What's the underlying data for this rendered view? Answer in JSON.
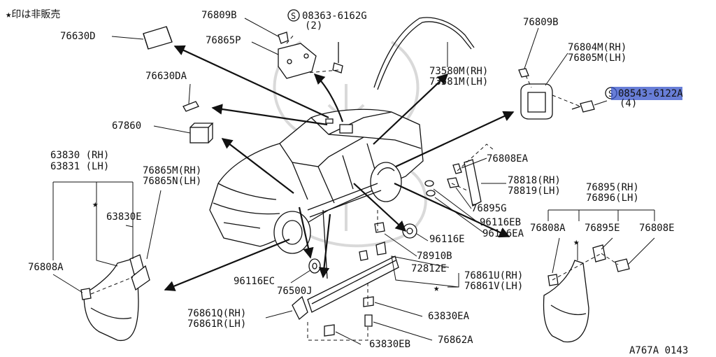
{
  "diagram": {
    "note": "★印は非販売",
    "code": "A767A 0143",
    "parts": {
      "p76809B_left": "76809B",
      "p08363": "08363-6162G",
      "p08363_qty": "(2)",
      "p76630D": "76630D",
      "p76865P": "76865P",
      "p76630DA": "76630DA",
      "p67860": "67860",
      "p73580M": "73580M(RH)",
      "p73581M": "73581M(LH)",
      "p76809B_right": "76809B",
      "p76804M": "76804M(RH)",
      "p76805M": "76805M(LH)",
      "p08543": "08543-6122A",
      "p08543_qty": "(4)",
      "p76808EA": "76808EA",
      "p78818": "78818(RH)",
      "p78819": "78819(LH)",
      "p76895G": "76895G",
      "p96116EB": "96116EB",
      "p96116EA": "96116EA",
      "p63830": "63830 (RH)",
      "p63831": "63831 (LH)",
      "p76865M": "76865M(RH)",
      "p76865N": "76865N(LH)",
      "p63830E": "63830E",
      "p76808A_left": "76808A",
      "p96116E": "96116E",
      "p78910B": "78910B",
      "p72812E": "72812E",
      "p76861U": "76861U(RH)",
      "p76861V": "76861V(LH)",
      "p96116EC": "96116EC",
      "p76500J": "76500J",
      "p76861Q": "76861Q(RH)",
      "p76861R": "76861R(LH)",
      "p63830EA": "63830EA",
      "p76862A": "76862A",
      "p63830EB": "63830EB",
      "p76895": "76895(RH)",
      "p76896": "76896(LH)",
      "p76808A_right": "76808A",
      "p76895E": "76895E",
      "p76808E": "76808E"
    },
    "symbol_s": "S",
    "star": "★"
  }
}
